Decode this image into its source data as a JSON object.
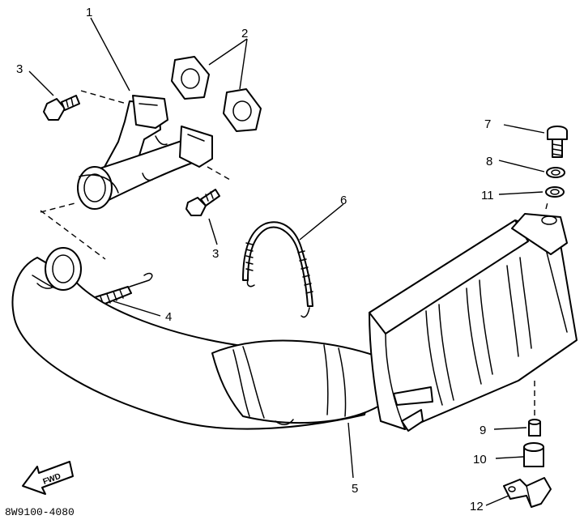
{
  "callouts": {
    "c1": "1",
    "c2": "2",
    "c3a": "3",
    "c3b": "3",
    "c4": "4",
    "c5": "5",
    "c6": "6",
    "c7": "7",
    "c8": "8",
    "c9": "9",
    "c10": "10",
    "c11": "11",
    "c12": "12"
  },
  "fwd_label": "FWD",
  "drawing_code": "8W9100-4080"
}
